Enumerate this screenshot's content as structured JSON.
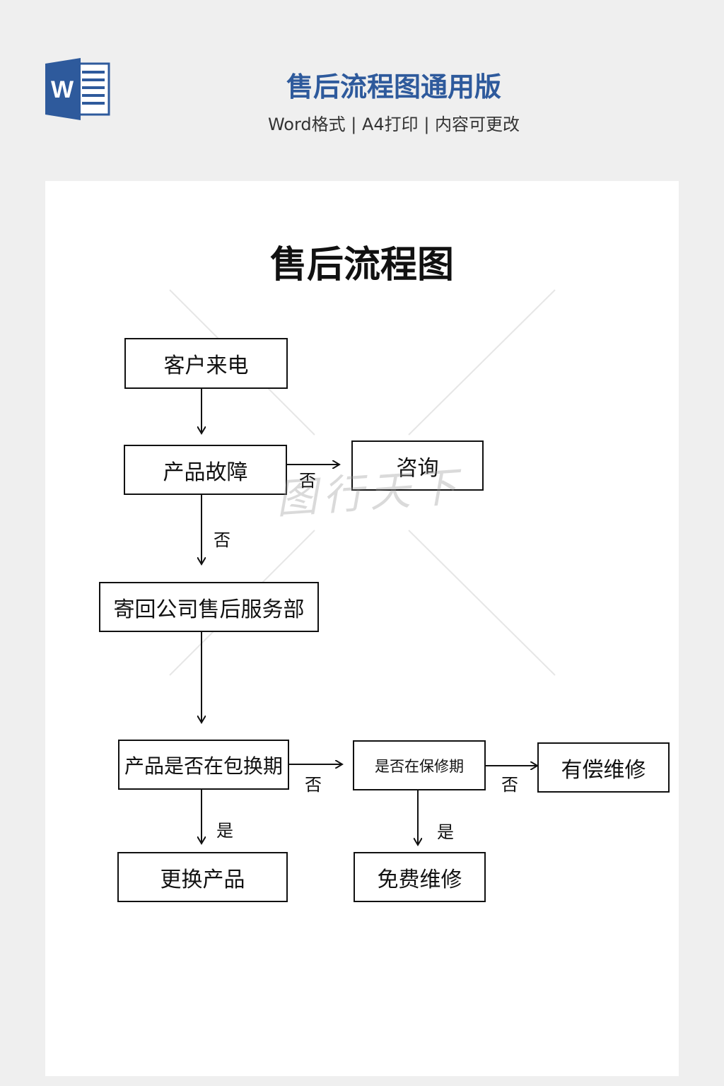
{
  "header": {
    "title": "售后流程图通用版",
    "subtitle": "Word格式 | A4打印 | 内容可更改",
    "icon": "word-icon",
    "icon_letter": "W"
  },
  "document": {
    "title": "售后流程图",
    "watermark": "图行天下",
    "nodes": {
      "customer_call": "客户来电",
      "product_fault": "产品故障",
      "consult": "咨询",
      "send_back": "寄回公司售后服务部",
      "in_exchange_period": "产品是否在包换期",
      "in_warranty": "是否在保修期",
      "paid_repair": "有偿维修",
      "replace_product": "更换产品",
      "free_repair": "免费维修"
    },
    "edge_labels": {
      "fault_to_consult": "否",
      "fault_to_sendback": "否",
      "exchange_no": "否",
      "warranty_no": "否",
      "exchange_yes": "是",
      "warranty_yes": "是"
    }
  }
}
